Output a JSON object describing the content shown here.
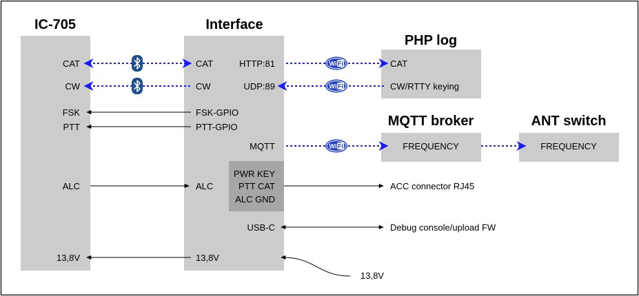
{
  "blocks": {
    "ic705": {
      "title": "IC-705",
      "ports": {
        "cat": "CAT",
        "cw": "CW",
        "fsk": "FSK",
        "ptt": "PTT",
        "alc": "ALC",
        "power": "13,8V"
      }
    },
    "interface": {
      "title": "Interface",
      "ports": {
        "cat": "CAT",
        "cw": "CW",
        "fsk_gpio": "FSK-GPIO",
        "ptt_gpio": "PTT-GPIO",
        "alc": "ALC",
        "power": "13,8V",
        "http": "HTTP:81",
        "udp": "UDP:89",
        "mqtt": "MQTT",
        "usbc": "USB-C"
      },
      "acc": {
        "line1": "PWR KEY",
        "line2": "PTT CAT",
        "line3": "ALC GND"
      }
    },
    "php_log": {
      "title": "PHP log",
      "cat": "CAT",
      "keying": "CW/RTTY keying"
    },
    "mqtt_broker": {
      "title": "MQTT broker",
      "value": "FREQUENCY"
    },
    "ant_switch": {
      "title": "ANT switch",
      "value": "FREQUENCY"
    }
  },
  "external": {
    "acc_connector": "ACC connector RJ45",
    "debug": "Debug console/upload FW",
    "power_in": "13,8V"
  },
  "badges": {
    "wifi": "Wi-Fi",
    "wifi_left": "Wi",
    "wifi_right": "Fi"
  },
  "colors": {
    "block_fill": "#cccccc",
    "acc_fill": "#a6a6a6",
    "wireless_link": "#1a1aff",
    "bluetooth_badge": "#1c4f8c",
    "wifi_badge": "#1f3fcc",
    "wired_link": "#000000"
  }
}
